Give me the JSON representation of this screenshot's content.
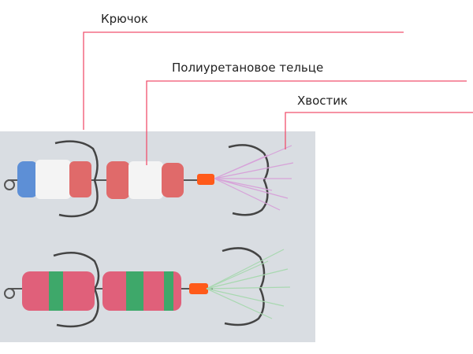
{
  "labels": {
    "hook": "Крючок",
    "body": "Полиуретановое тельце",
    "tail": "Хвостик"
  },
  "colors": {
    "leader_line": "#f0506e",
    "photo_background": "#d9dde2",
    "foam_red": "#e06a6a",
    "foam_white": "#f4f4f4",
    "foam_blue": "#5d8fd6",
    "foam_green": "#3ea86a",
    "tail_pink": "#d7a2d9",
    "tail_green": "#a8d8b0",
    "bead_orange": "#ff5a1a"
  }
}
